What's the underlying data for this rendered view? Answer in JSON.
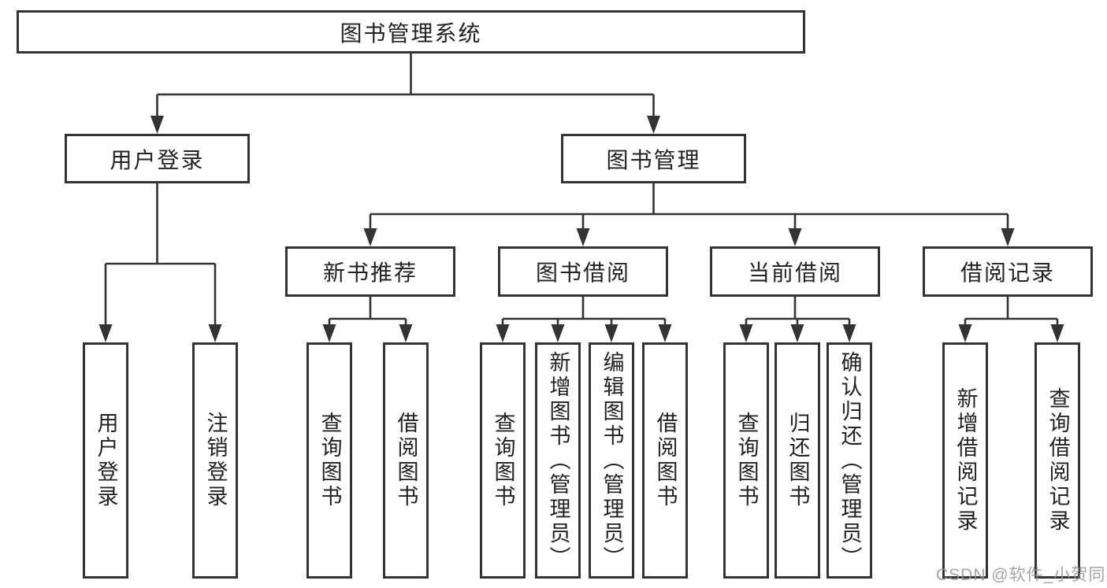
{
  "diagram": {
    "title_node": "图书管理系统",
    "level2": {
      "user_login": "用户登录",
      "book_mgmt": "图书管理"
    },
    "level3": {
      "new_books": "新书推荐",
      "book_borrow": "图书借阅",
      "current_borrow": "当前借阅",
      "borrow_records": "借阅记录"
    },
    "leaves": {
      "user_login": [
        "用户登录",
        "注销登录"
      ],
      "new_books": [
        "查询图书",
        "借阅图书"
      ],
      "book_borrow": [
        "查询图书",
        "新增图书（管理员）",
        "编辑图书（管理员）",
        "借阅图书"
      ],
      "current_borrow": [
        "查询图书",
        "归还图书",
        "确认归还（管理员）"
      ],
      "borrow_records": [
        "新增借阅记录",
        "查询借阅记录"
      ]
    },
    "line_color": "#333333",
    "background_color": "#ffffff"
  },
  "watermark": "CSDN @软件_小贺同学"
}
